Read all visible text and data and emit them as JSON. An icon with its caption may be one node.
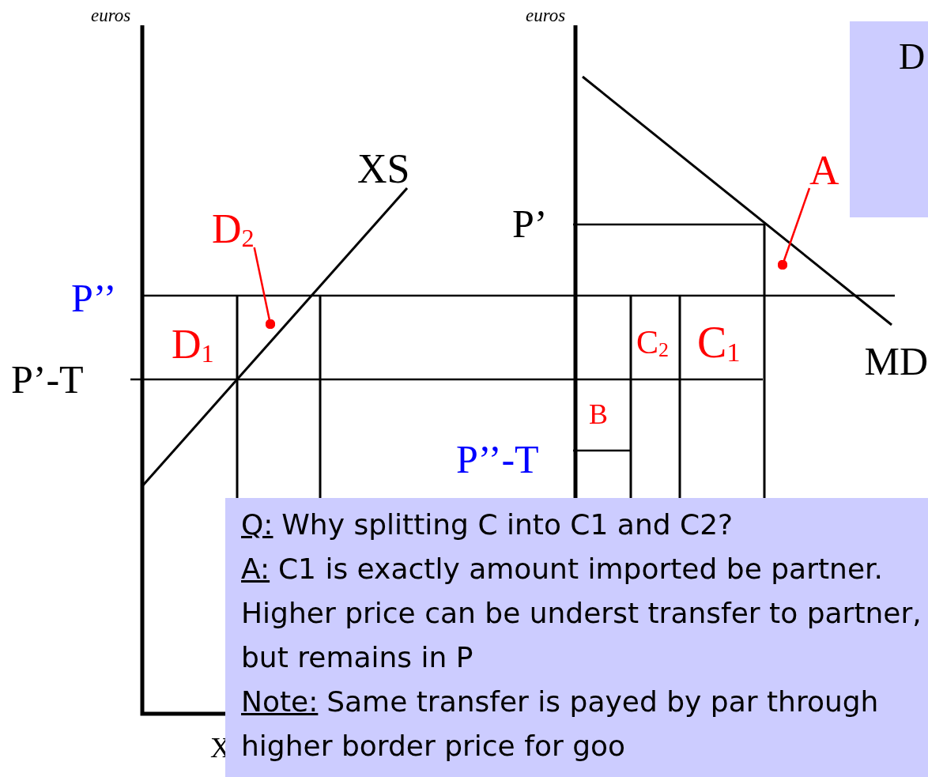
{
  "diagram": {
    "nodes": [
      {
        "text": [
          "D"
        ]
      },
      {
        "text": [
          "Q:",
          "Why splitting C into C1 and C2?",
          "A:",
          "C1 is exactly amount imported be partner. Higher price can be underst transfer to partner, but remains in P",
          "Note:",
          "Same transfer is payed by par through higher border price for goo"
        ]
      },
      {
        "text": [
          "D$_{2}$"
        ]
      },
      {
        "text": [
          "A"
        ]
      }
    ],
    "edges": [
      {
        "from": 2,
        "to": null,
        "arrow": "other",
        "color": "#ff0000"
      },
      {
        "from": 3,
        "to": null,
        "arrow": "other",
        "color": "#ff0000"
      }
    ],
    "labels": [
      "euros",
      "euros",
      "XS",
      "P’",
      "P’’",
      "D$_{1}$",
      "C$_{2}$",
      "C$_{1}$",
      "MD",
      "P’-T",
      "B",
      "P’’-T",
      "X"
    ]
  }
}
